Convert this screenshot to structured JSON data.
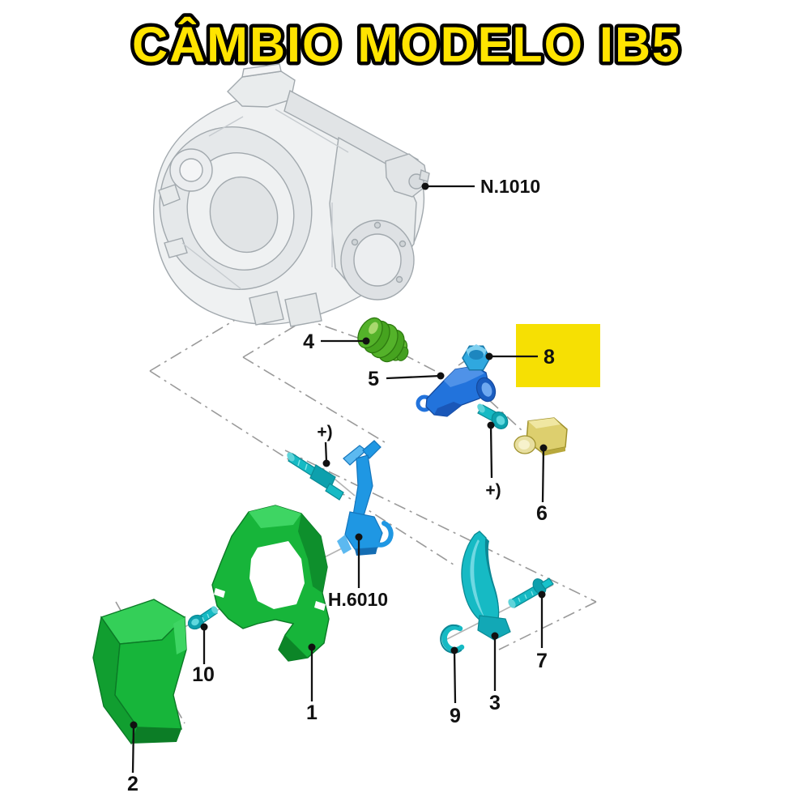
{
  "title": "CÂMBIO MODELO IB5",
  "colors": {
    "title_fill": "#FFE400",
    "title_outline": "#000000",
    "highlight_box": "#F6E003",
    "green": "#17B53A",
    "green_light": "#3ED563",
    "green_dark": "#0C8527",
    "olive": "#54B22A",
    "blue": "#2273DC",
    "sky_blue": "#1F97E3",
    "cyan_blue": "#2FA8DF",
    "teal": "#16BAC4",
    "khaki": "#DDCF6E",
    "housing_gray": "#EFF1F2",
    "line_gray": "#9A9A9A",
    "leader": "#111111"
  },
  "labels": {
    "gearbox": "N.1010",
    "fork": "H.6010",
    "p1": "1",
    "p2": "2",
    "p3": "3",
    "p4": "4",
    "p5": "5",
    "p6": "6",
    "p7": "7",
    "p8": "8",
    "p9": "9",
    "p10": "10",
    "plus_top": "+)",
    "plus_right": "+)"
  }
}
